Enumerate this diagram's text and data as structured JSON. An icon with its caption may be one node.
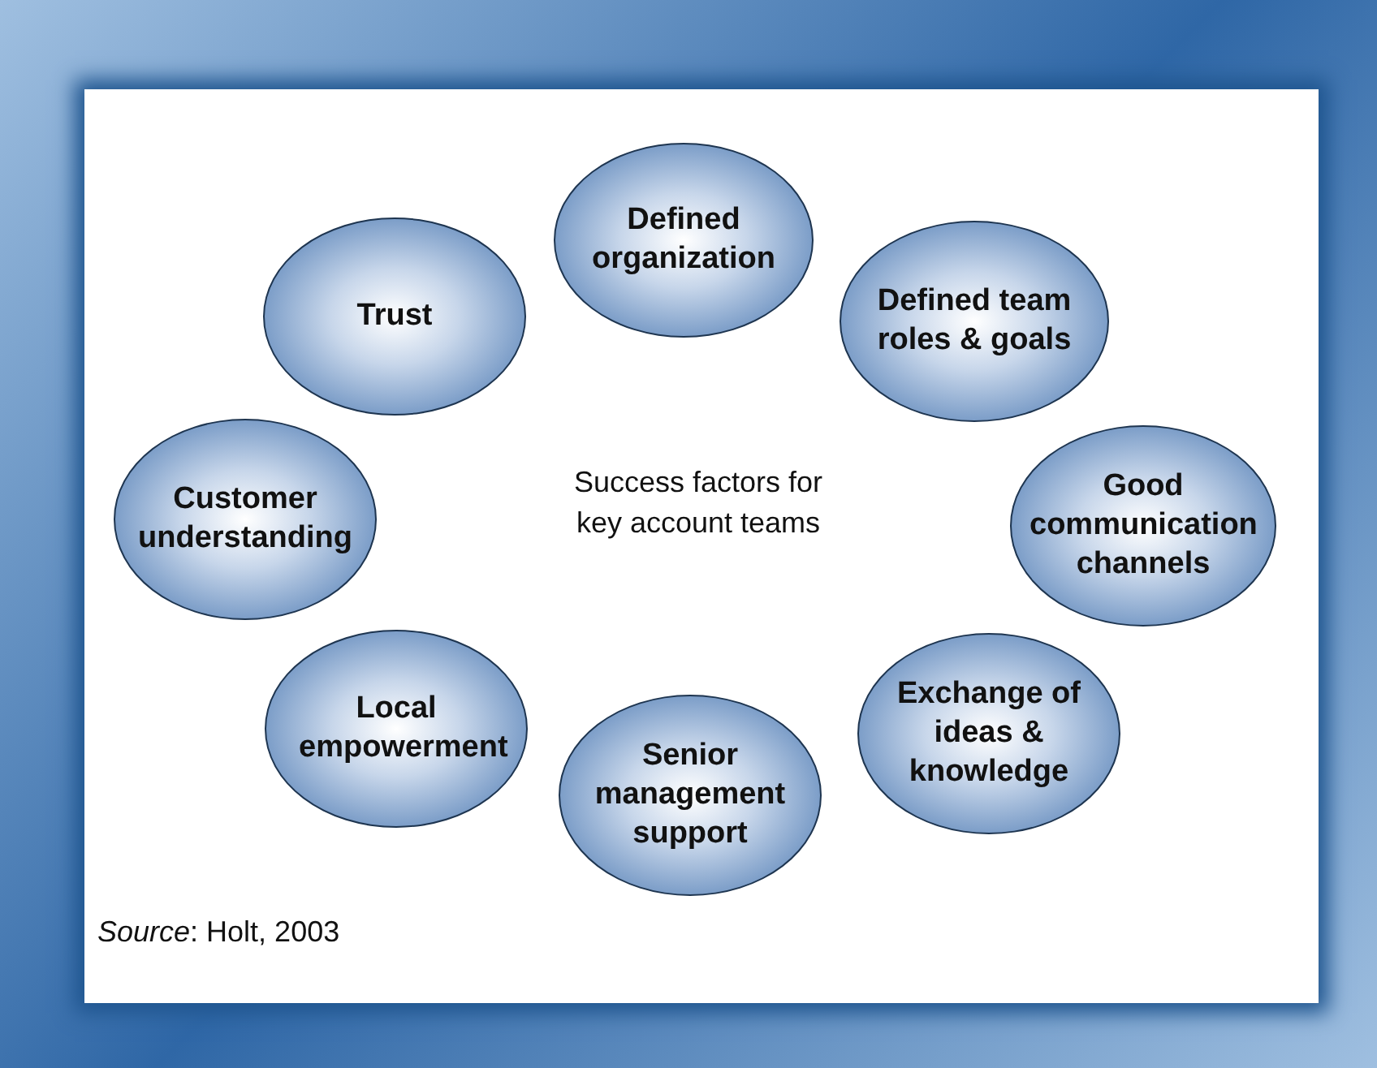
{
  "diagram": {
    "caption": "*Source*: Holt, 2003",
    "nodes": [
      {
        "text": [
          "Defined organization"
        ]
      },
      {
        "text": [
          "Defined team roles & goals"
        ]
      },
      {
        "text": [
          "Good communication channels"
        ]
      },
      {
        "text": [
          "Exchange of ideas & knowledge"
        ]
      },
      {
        "text": [
          "Senior management support"
        ]
      },
      {
        "text": [
          "Local empowerment"
        ]
      },
      {
        "text": [
          "Customer understanding"
        ]
      },
      {
        "text": [
          "Trust"
        ]
      }
    ],
    "labels": [
      "Success factors for key account teams"
    ]
  }
}
